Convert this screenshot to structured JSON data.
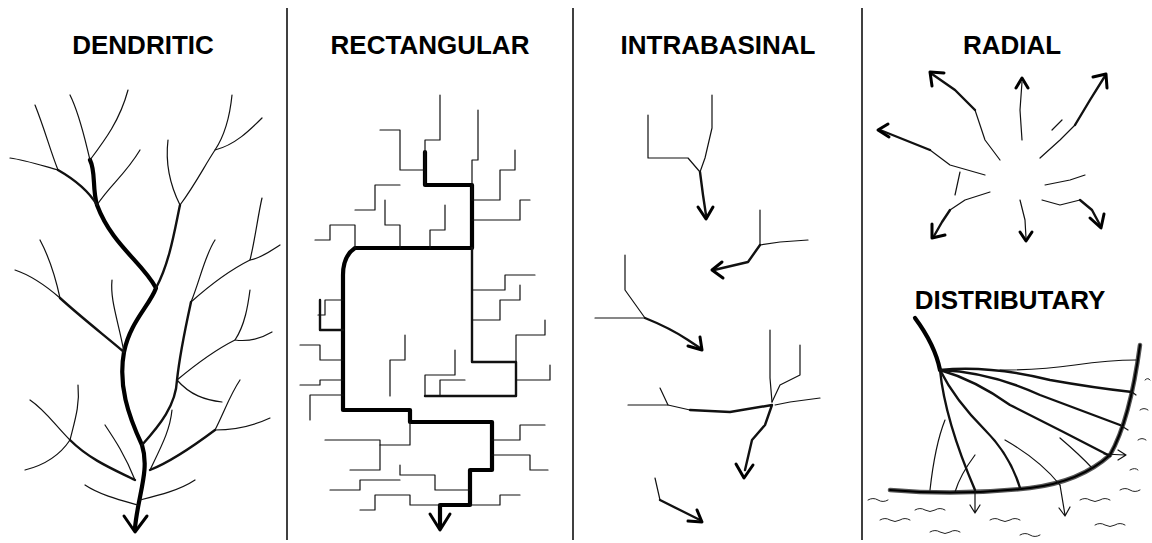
{
  "diagram": {
    "labels": [
      "DENDRITIC",
      "RECTANGULAR",
      "INTRABASINAL",
      "RADIAL",
      "DISTRIBUTARY"
    ]
  }
}
